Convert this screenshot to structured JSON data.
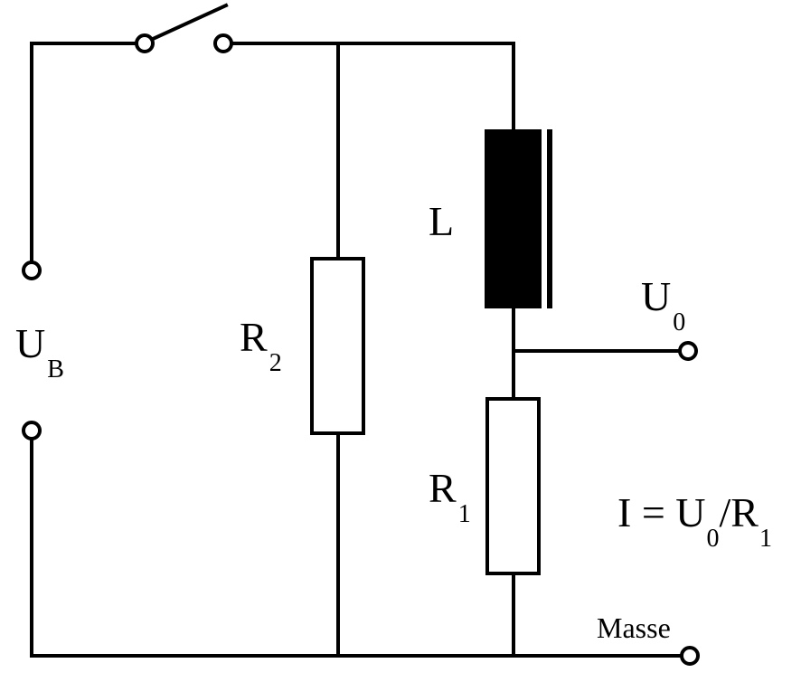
{
  "labels": {
    "supply_voltage": {
      "main": "U",
      "sub": "B"
    },
    "resistor_r2": {
      "main": "R",
      "sub": "2"
    },
    "inductor": {
      "main": "L"
    },
    "output_voltage": {
      "main": "U",
      "sub": "0"
    },
    "resistor_r1": {
      "main": "R",
      "sub": "1"
    },
    "formula": {
      "part1": "I = U",
      "sub1": "0",
      "part2": "/R",
      "sub2": "1"
    },
    "ground": "Masse"
  },
  "colors": {
    "line": "#000000",
    "background": "#ffffff"
  }
}
